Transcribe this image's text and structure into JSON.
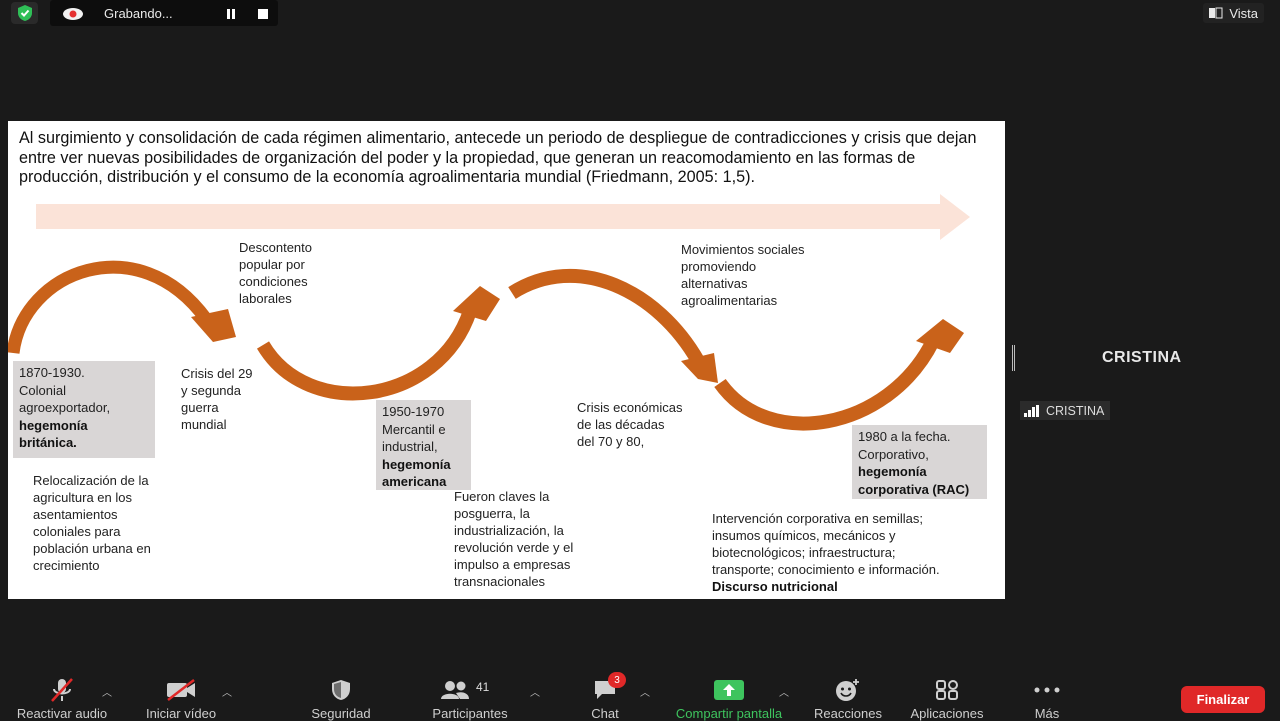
{
  "topbar": {
    "recording_label": "Grabando...",
    "view_label": "Vista"
  },
  "slide": {
    "intro": "Al surgimiento y consolidación de cada régimen alimentario, antecede un periodo de despliegue de contradicciones y crisis que dejan entre ver nuevas posibilidades de organización del poder y la propiedad, que generan un reacomodamiento en las formas de producción, distribución y el consumo de la economía agroalimentaria mundial (Friedmann, 2005: 1,5).",
    "box1": {
      "line1": "1870-1930.",
      "line2": "Colonial",
      "line3": "agroexportador,",
      "bold1": "hegemonía",
      "bold2": "británica."
    },
    "box2": {
      "line1": "1950-1970",
      "line2": "Mercantil  e",
      "line3": "industrial,",
      "bold1": "hegemonía",
      "bold2": "americana"
    },
    "box3": {
      "line1": "1980 a la fecha.",
      "line2": "Corporativo,",
      "bold1": "hegemonía",
      "bold2": "corporativa (RAC)"
    },
    "desc_popular": [
      "Descontento",
      "popular por",
      "condiciones",
      "laborales"
    ],
    "crisis29": [
      "Crisis del 29",
      "y segunda",
      "guerra",
      "mundial"
    ],
    "relocalizacion": [
      "Relocalización de la",
      "agricultura en los",
      "asentamientos",
      "coloniales para",
      "población urbana en",
      "crecimiento"
    ],
    "fueron": [
      "Fueron claves la",
      "posguerra, la",
      "industrialización, la",
      "revolución verde y el",
      "impulso a empresas",
      "transnacionales"
    ],
    "crisis_econ": [
      "Crisis económicas",
      "de las décadas",
      "del 70 y 80,"
    ],
    "movimientos": [
      "Movimientos sociales",
      "promoviendo",
      "alternativas",
      "agroalimentarias"
    ],
    "intervencion": [
      "Intervención corporativa en semillas;",
      "insumos químicos, mecánicos y",
      "biotecnológicos; infraestructura;",
      "transporte; conocimiento e información."
    ],
    "intervencion_bold": "Discurso nutricional"
  },
  "participant": {
    "name_big": "CRISTINA",
    "name_tag": "CRISTINA"
  },
  "toolbar": {
    "audio": "Reactivar audio",
    "video": "Iniciar vídeo",
    "security": "Seguridad",
    "participants": "Participantes",
    "participants_count": "41",
    "chat": "Chat",
    "chat_badge": "3",
    "share": "Compartir pantalla",
    "reactions": "Reacciones",
    "apps": "Aplicaciones",
    "more": "Más",
    "end": "Finalizar"
  },
  "colors": {
    "arrow": "#c9621a",
    "timeline_arrow": "#fbe3d8",
    "box_bg": "#d9d6d6",
    "share_green": "#3ec45e",
    "end_red": "#e02828"
  }
}
